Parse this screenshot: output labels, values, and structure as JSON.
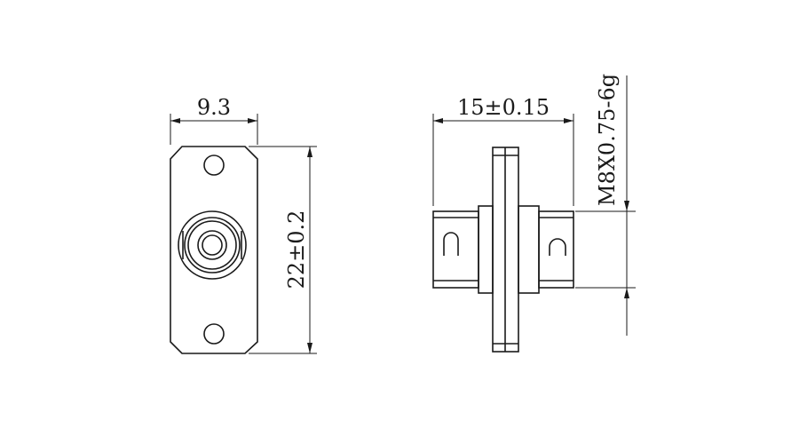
{
  "dimensions": {
    "front_width": "9.3",
    "front_height": "22±0.2",
    "side_length": "15±0.15",
    "thread_spec": "M8X0.75-6g"
  },
  "colors": {
    "line": "#1a1a1a",
    "background": "#ffffff"
  }
}
